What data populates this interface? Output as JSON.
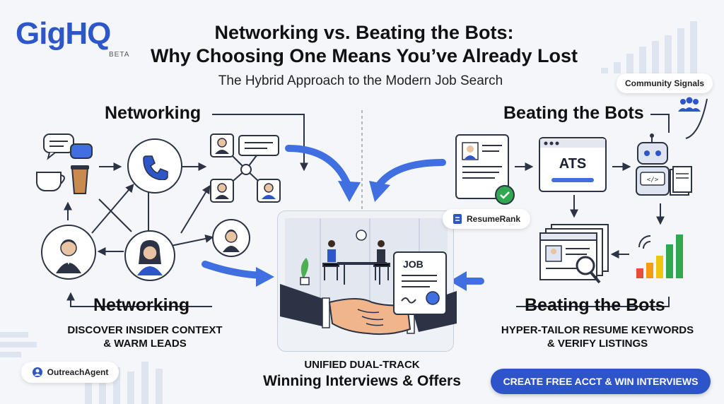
{
  "brand": {
    "logo": "GigHQ",
    "beta": "BETA"
  },
  "title_line1": "Networking vs. Beating the Bots:",
  "title_line2": "Why Choosing One Means You’ve Already Lost",
  "subtitle": "The Hybrid Approach to the Modern Job Search",
  "left": {
    "heading_top": "Networking",
    "heading_bottom": "Networking",
    "caption_line1": "DISCOVER INSIDER CONTEXT",
    "caption_line2": "& WARM LEADS",
    "agent_pill": "OutreachAgent"
  },
  "right": {
    "heading_top": "Beating the Bots",
    "heading_bottom": "Beating the Bots",
    "caption_line1": "HYPER-TAILOR RESUME KEYWORDS",
    "caption_line2": "& VERIFY LISTINGS",
    "resume_pill": "ResumeRank",
    "community_pill": "Community Signals",
    "ats_label": "ATS"
  },
  "center": {
    "job_label": "JOB",
    "caption_line1": "UNIFIED DUAL-TRACK",
    "caption_line2": "Winning Interviews & Offers"
  },
  "cta": "CREATE FREE ACCT & WIN INTERVIEWS",
  "colors": {
    "brand_blue": "#2d56c8",
    "arrow_blue": "#3f6fe0",
    "green": "#2fa84f"
  },
  "icons": [
    "phone-icon",
    "coffee-icon",
    "chat-icon",
    "person-icon",
    "robot-icon",
    "resume-icon",
    "magnifier-icon",
    "signal-bars-icon",
    "handshake-icon"
  ]
}
